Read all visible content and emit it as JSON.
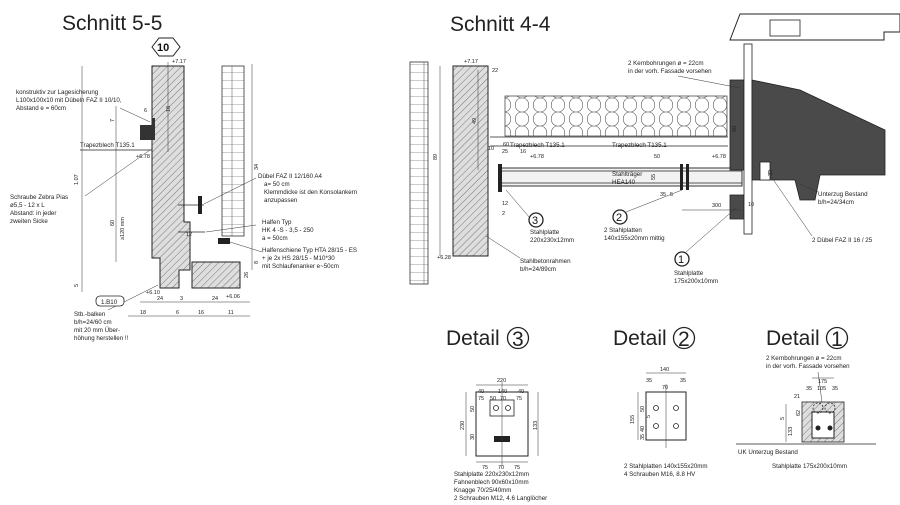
{
  "titles": {
    "s55": "Schnitt  5-5",
    "s44": "Schnitt  4-4",
    "detail_word": "Detail",
    "d3": "3",
    "d2": "2",
    "d1": "1"
  },
  "marks": {
    "hex": "10",
    "m3": "3",
    "m2": "2",
    "m1": "1",
    "b10": "1.B10"
  },
  "notes55": {
    "lagesicherung_1": "konstruktiv zur Lagesicherung",
    "lagesicherung_2": "L100x100x10 mit Dübeln FAZ II 10/10,",
    "lagesicherung_3": "Abstand e = 60cm",
    "trapez": "Trapezblech T135.1",
    "schraube_1": "Schraube Zebra Pias",
    "schraube_2": "ø5,5 - 12 x L",
    "schraube_3": "Abstand: in jeder",
    "schraube_4": "zweiten Sicke",
    "duebel_1": "Dübel  FAZ II 12/160 A4",
    "duebel_2": "a= 50 cm",
    "duebel_3": "Klemmdicke ist den Konsolankern",
    "duebel_4": "anzupassen",
    "halfen_1": "Halfen Typ",
    "halfen_2": "HK 4 -S - 3,5 - 250",
    "halfen_3": "a = 50cm",
    "schiene_1": "Halfenschiene Typ HTA 28/15 - ES",
    "schiene_2": "+ je 2x HS 28/15 - M10*30",
    "schiene_3": "mit Schlaufenanker e~50cm",
    "balken_1": "Stb.-balken",
    "balken_2": "b/h=24/60 cm",
    "balken_3": "mit 20 mm Über-",
    "balken_4": "höhung herstellen !!"
  },
  "notes44": {
    "kern_1": "2 Kernbohrungen ø = 22cm",
    "kern_2": "in der vorh. Fassade vorsehen",
    "trapez": "Trapezblech T135.1",
    "traeger_1": "Stahlträger",
    "traeger_2": "HEA140",
    "unterzug_1": "Unterzug Bestand",
    "unterzug_2": "b/h=24/34cm",
    "duebel": "2 Dübel FAZ II 16 / 25",
    "p3_1": "Stahlplatte",
    "p3_2": "220x230x12mm",
    "p2_1": "2 Stahlplatten",
    "p2_2": "140x155x20mm mittig",
    "p1_1": "Stahlplatte",
    "p1_2": "175x200x10mm",
    "rahmen_1": "Stahlbetonrahmen",
    "rahmen_2": "b/h=24/89cm"
  },
  "notesDetail": {
    "d3_1": "Stahlplatte 220x230x12mm",
    "d3_2": "Fahnenblech 90x60x10mm",
    "d3_3": "Knagge 70/25/40mm",
    "d3_4": "2 Schrauben M12, 4.6  Langlöcher",
    "d2_1": "2 Stahlplatten 140x155x20mm",
    "d2_2": "4 Schrauben M16, 8.8  HV",
    "d1_kern_1": "2 Kernbohrungen ø = 22cm",
    "d1_kern_2": "in der vorh. Fassade vorsehen",
    "d1_uk": "UK Unterzug Bestand",
    "d1_1": "Stahlplatte 175x200x10mm"
  },
  "dims55": {
    "top": "+7.17",
    "mid": "+6.78",
    "low": "+6.10",
    "low2": "+6.06",
    "h107": "1.07",
    "h60": "60",
    "h120": "≥120 mm",
    "h5": "5",
    "h7": "7",
    "h6": "6",
    "h18": "18",
    "h34": "34",
    "h26": "26",
    "b24a": "24",
    "b3": "3",
    "b24b": "24",
    "c18": "18",
    "c6": "6",
    "c16": "16",
    "c115": "11",
    "h8": "8",
    "h12": "12"
  },
  "dims44": {
    "top": "+7.17",
    "mid": "+6.78",
    "mid2": "+6.78",
    "low": "+6.28",
    "h89": "89",
    "h49": "49",
    "h22": "22",
    "h60": "60",
    "h25": "25",
    "h10": "10",
    "h16": "16",
    "h12": "12",
    "h2": "2",
    "h50": "50",
    "h55": "55",
    "h35": "35",
    "h5": "5",
    "h300": "300",
    "h10b": "10",
    "h50b": "50",
    "h33": "33"
  },
  "dimsDetail": {
    "d3_220": "220",
    "d3_40a": "40",
    "d3_140": "140",
    "d3_40b": "40",
    "d3_50": "50",
    "d3_75a": "75",
    "d3_70": "70",
    "d3_75b": "75",
    "d3_230": "230",
    "d3_133": "133",
    "d3_h50": "50",
    "d3_h30": "30",
    "d3_b75a": "75",
    "d3_b70": "70",
    "d3_b75b": "75",
    "d2_140": "140",
    "d2_35a": "35",
    "d2_35b": "35",
    "d2_70": "70",
    "d2_50": "50",
    "d2_155": "155",
    "d2_40": "40",
    "d2_5": "5",
    "d2_35c": "35",
    "d1_175": "175",
    "d1_35a": "35",
    "d1_105": "105",
    "d1_35b": "35",
    "d1_5": "5",
    "d1_133": "133",
    "d1_62": "62",
    "d1_21": "21"
  }
}
